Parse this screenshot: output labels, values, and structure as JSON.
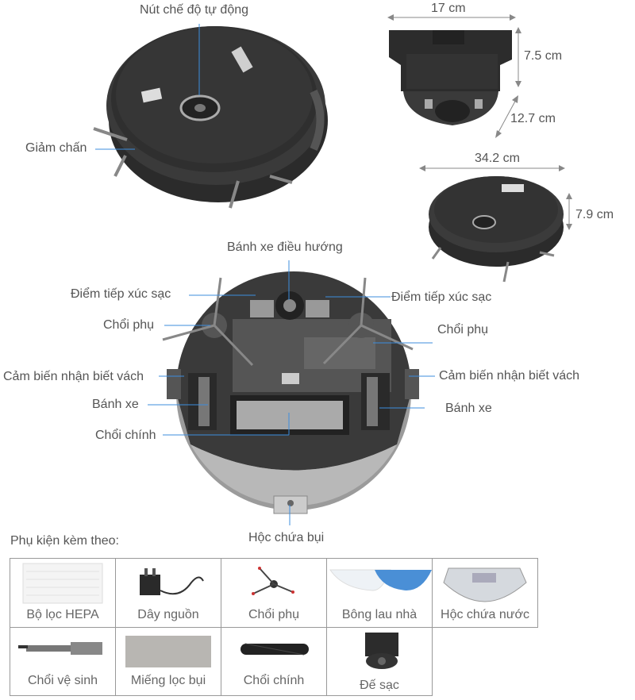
{
  "labels": {
    "auto_mode_button": "Nút chế độ tự động",
    "bumper": "Giảm chấn",
    "caster_wheel": "Bánh xe điều hướng",
    "charge_contact_left": "Điểm tiếp xúc sạc",
    "charge_contact_right": "Điểm tiếp xúc sạc",
    "side_brush_left": "Chổi phụ",
    "side_brush_right": "Chổi phụ",
    "cliff_sensor_left": "Cảm biến nhận biết vách",
    "cliff_sensor_right": "Cảm biến nhận biết vách",
    "wheel_left": "Bánh xe",
    "wheel_right": "Bánh xe",
    "main_brush": "Chổi chính",
    "dust_bin": "Hộc chứa bụi"
  },
  "dimensions": {
    "dock_width": "17 cm",
    "dock_height": "7.5 cm",
    "dock_depth": "12.7 cm",
    "robot_diameter": "34.2 cm",
    "robot_height": "7.9 cm"
  },
  "accessories": {
    "title": "Phụ kiện kèm theo:",
    "items": [
      {
        "name": "Bộ lọc HEPA",
        "icon": "hepa-filter-icon"
      },
      {
        "name": "Dây nguồn",
        "icon": "power-adapter-icon"
      },
      {
        "name": "Chổi phụ",
        "icon": "side-brush-icon"
      },
      {
        "name": "Bông lau nhà",
        "icon": "mop-pad-icon"
      },
      {
        "name": "Hộc chứa nước",
        "icon": "water-tank-icon"
      },
      {
        "name": "Chổi vệ sinh",
        "icon": "cleaning-brush-icon"
      },
      {
        "name": "Miếng lọc bụi",
        "icon": "dust-filter-icon"
      },
      {
        "name": "Chổi chính",
        "icon": "main-brush-icon"
      },
      {
        "name": "Đế sạc",
        "icon": "charging-dock-icon"
      }
    ]
  }
}
